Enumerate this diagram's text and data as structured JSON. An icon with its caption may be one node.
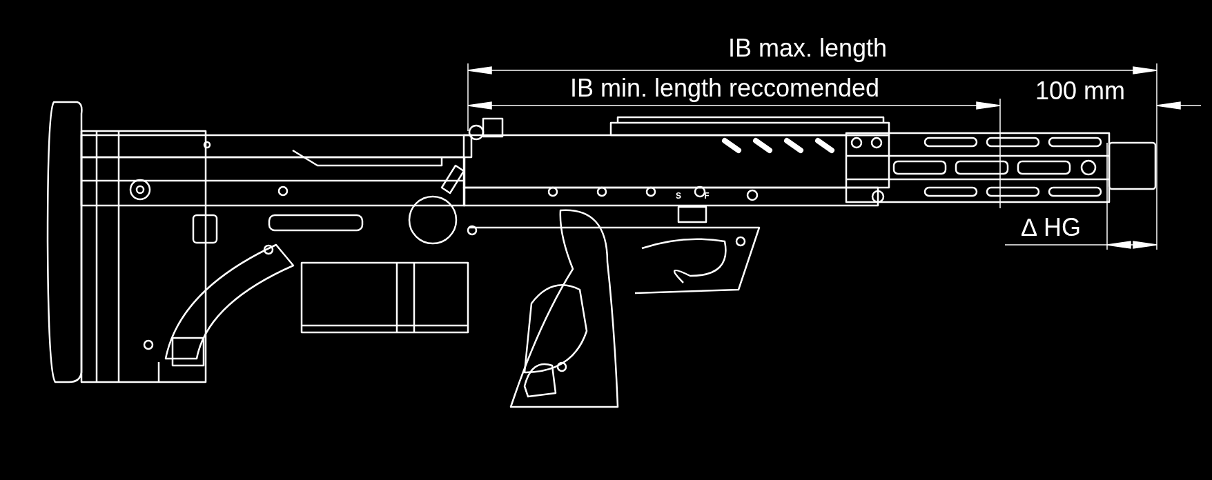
{
  "diagram": {
    "labels": [
      "IB max. length",
      "IB min. length reccomended",
      "100 mm",
      "∆ HG",
      "S",
      "F"
    ]
  }
}
